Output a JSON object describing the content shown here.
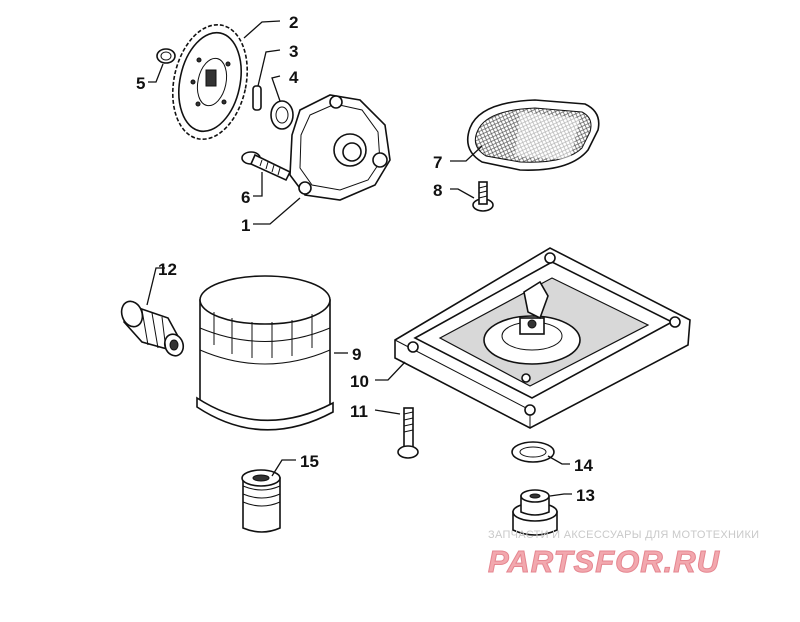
{
  "callouts": {
    "c1": "1",
    "c2": "2",
    "c3": "3",
    "c4": "4",
    "c5": "5",
    "c6": "6",
    "c7": "7",
    "c8": "8",
    "c9": "9",
    "c10": "10",
    "c11": "11",
    "c12": "12",
    "c13": "13",
    "c14": "14",
    "c15": "15"
  },
  "watermark": {
    "tagline": "ЗАПЧАСТИ И АКСЕССУАРЫ ДЛЯ МОТОТЕХНИКИ",
    "logo": "PARTSFOR.RU",
    "logo_color": "#f2a8ae"
  }
}
